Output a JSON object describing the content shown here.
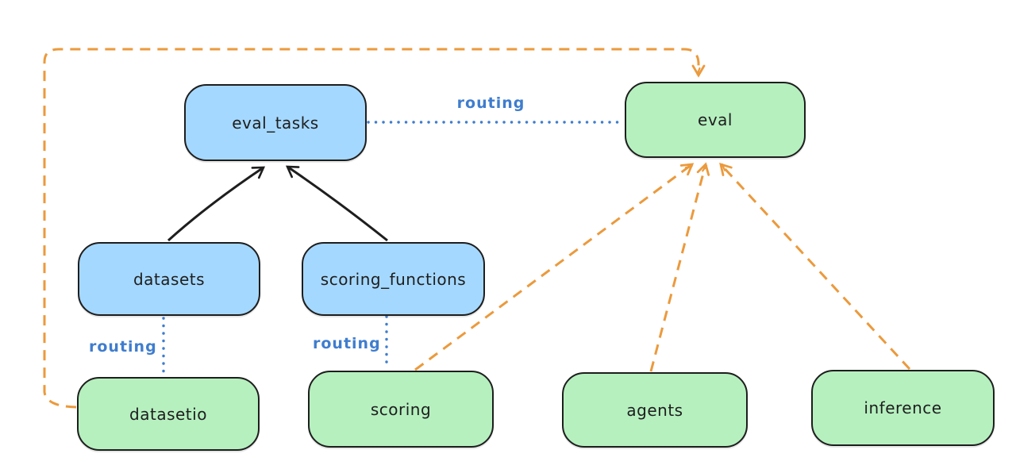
{
  "colors": {
    "blue_fill": "#a5d8ff",
    "green_fill": "#b6f0bf",
    "stroke": "#1e1e1e",
    "orange": "#eb9a3d",
    "blue_line": "#3f7dce",
    "background": "#ffffff"
  },
  "nodes": {
    "eval_tasks": {
      "label": "eval_tasks",
      "color": "blue"
    },
    "eval": {
      "label": "eval",
      "color": "green"
    },
    "datasets": {
      "label": "datasets",
      "color": "blue"
    },
    "scoring_functions": {
      "label": "scoring_functions",
      "color": "blue"
    },
    "datasetio": {
      "label": "datasetio",
      "color": "green"
    },
    "scoring": {
      "label": "scoring",
      "color": "green"
    },
    "agents": {
      "label": "agents",
      "color": "green"
    },
    "inference": {
      "label": "inference",
      "color": "green"
    }
  },
  "edge_labels": {
    "eval_tasks_to_eval": "routing",
    "datasets_to_datasetio": "routing",
    "scoring_functions_to_scoring": "routing"
  },
  "edges": [
    {
      "from": "datasets",
      "to": "eval_tasks",
      "style": "solid",
      "color": "#1e1e1e",
      "arrow": true
    },
    {
      "from": "scoring_functions",
      "to": "eval_tasks",
      "style": "solid",
      "color": "#1e1e1e",
      "arrow": true
    },
    {
      "from": "eval_tasks",
      "to": "eval",
      "style": "dotted",
      "color": "#3f7dce",
      "label": "routing",
      "arrow": false
    },
    {
      "from": "datasets",
      "to": "datasetio",
      "style": "dotted",
      "color": "#3f7dce",
      "label": "routing",
      "arrow": false
    },
    {
      "from": "scoring_functions",
      "to": "scoring",
      "style": "dotted",
      "color": "#3f7dce",
      "label": "routing",
      "arrow": false
    },
    {
      "from": "datasetio",
      "to": "eval",
      "style": "dashed",
      "color": "#eb9a3d",
      "arrow": true
    },
    {
      "from": "scoring",
      "to": "eval",
      "style": "dashed",
      "color": "#eb9a3d",
      "arrow": true
    },
    {
      "from": "agents",
      "to": "eval",
      "style": "dashed",
      "color": "#eb9a3d",
      "arrow": true
    },
    {
      "from": "inference",
      "to": "eval",
      "style": "dashed",
      "color": "#eb9a3d",
      "arrow": true
    }
  ]
}
